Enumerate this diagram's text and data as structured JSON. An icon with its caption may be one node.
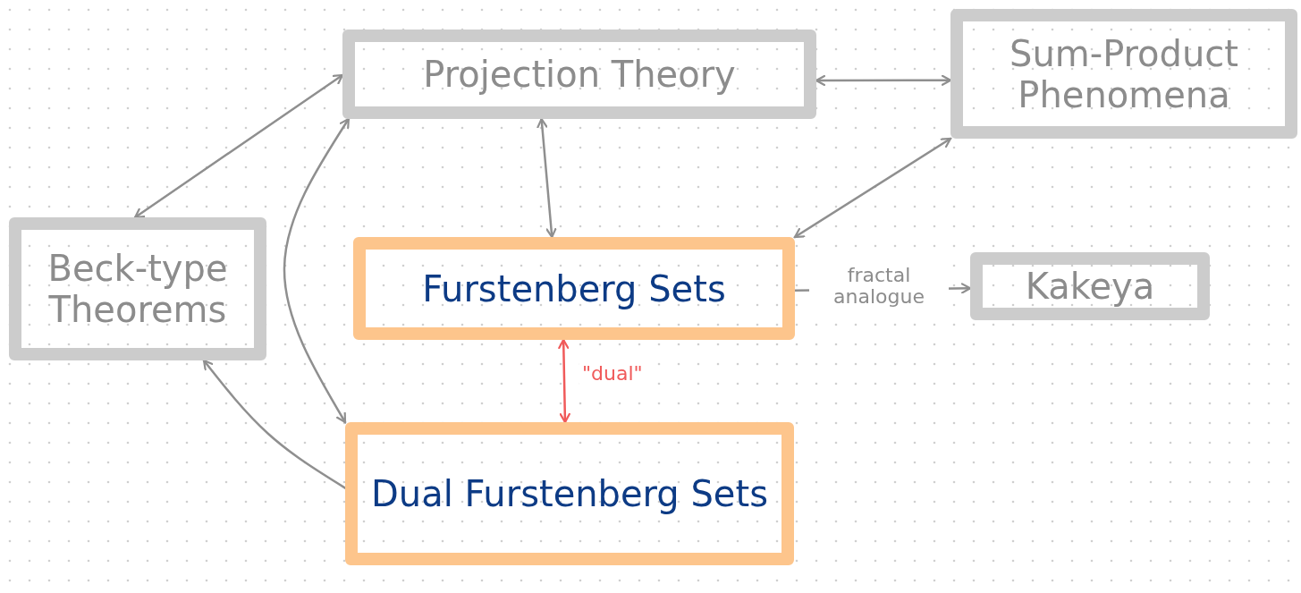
{
  "diagram": {
    "nodes": [
      {
        "text": [
          "Projection Theory"
        ]
      },
      {
        "text": [
          "Sum-Product Phenomena"
        ]
      },
      {
        "text": [
          "Beck-type Theorems"
        ]
      },
      {
        "text": [
          "Furstenberg Sets"
        ]
      },
      {
        "text": [
          "Kakeya"
        ]
      },
      {
        "text": [
          "Dual Furstenberg Sets"
        ]
      }
    ],
    "edges": [
      {
        "from": 0,
        "to": 1,
        "arrow": "both"
      },
      {
        "from": 0,
        "to": 2,
        "arrow": "both"
      },
      {
        "from": 0,
        "to": 5,
        "arrow": "both"
      },
      {
        "from": 0,
        "to": 3,
        "arrow": "both"
      },
      {
        "from": 1,
        "to": 3,
        "arrow": "both"
      },
      {
        "from": 3,
        "to": 4,
        "arrow": "to",
        "label": "fractal analogue"
      },
      {
        "from": 3,
        "to": 5,
        "arrow": "both",
        "label": "\"dual\"",
        "color": "#f05a5a"
      },
      {
        "from": 5,
        "to": 2,
        "arrow": "to"
      }
    ]
  }
}
